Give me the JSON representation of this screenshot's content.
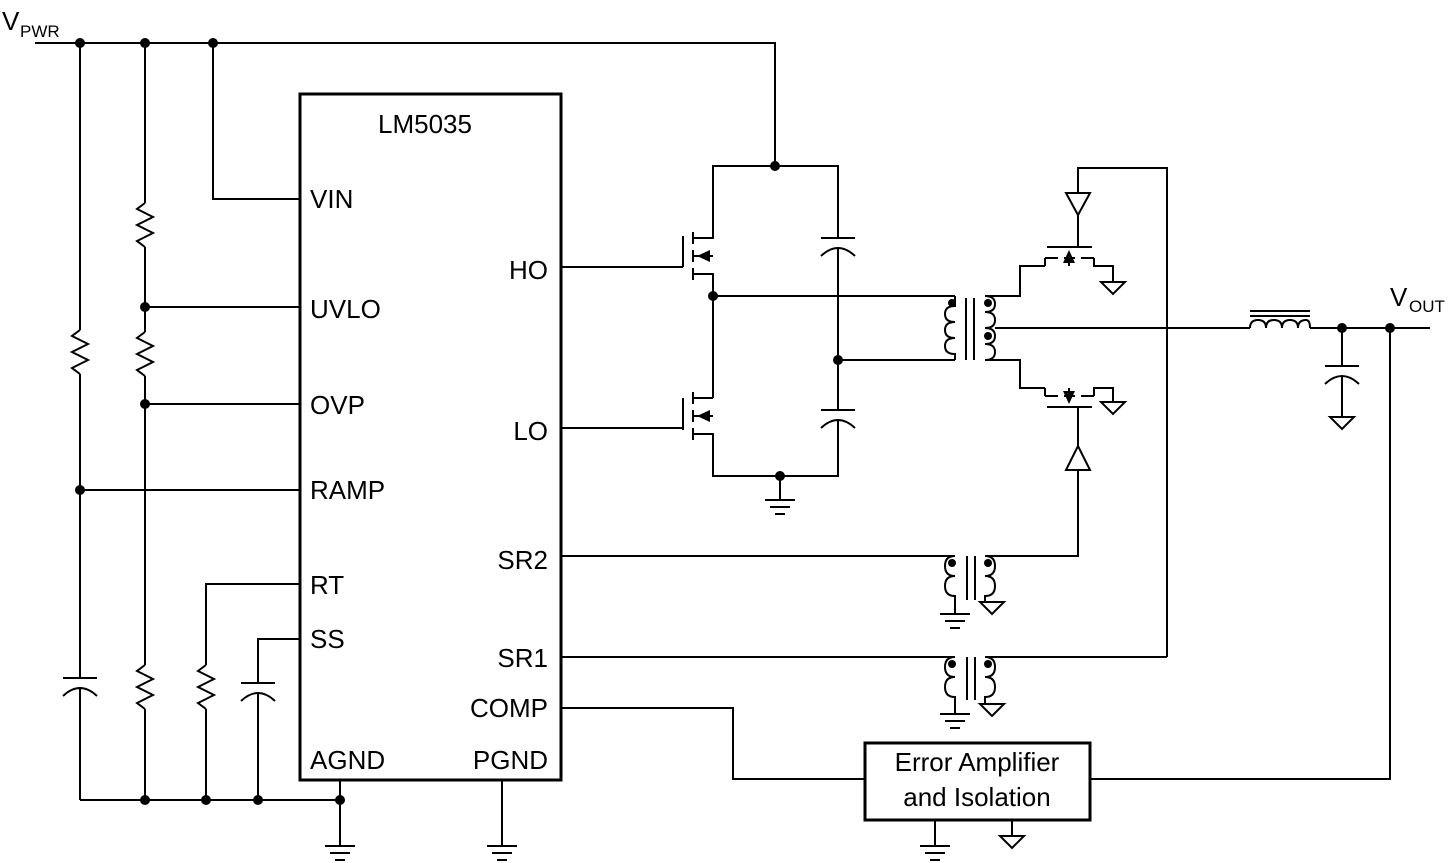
{
  "rails": {
    "vpwr": {
      "main": "V",
      "sub": "PWR"
    },
    "vout": {
      "main": "V",
      "sub": "OUT"
    }
  },
  "ic": {
    "name": "LM5035",
    "pins_left": {
      "vin": "VIN",
      "uvlo": "UVLO",
      "ovp": "OVP",
      "ramp": "RAMP",
      "rt": "RT",
      "ss": "SS",
      "agnd": "AGND"
    },
    "pins_right": {
      "ho": "HO",
      "lo": "LO",
      "sr2": "SR2",
      "sr1": "SR1",
      "comp": "COMP",
      "pgnd": "PGND"
    }
  },
  "error_amp": {
    "line1": "Error Amplifier",
    "line2": "and Isolation"
  }
}
